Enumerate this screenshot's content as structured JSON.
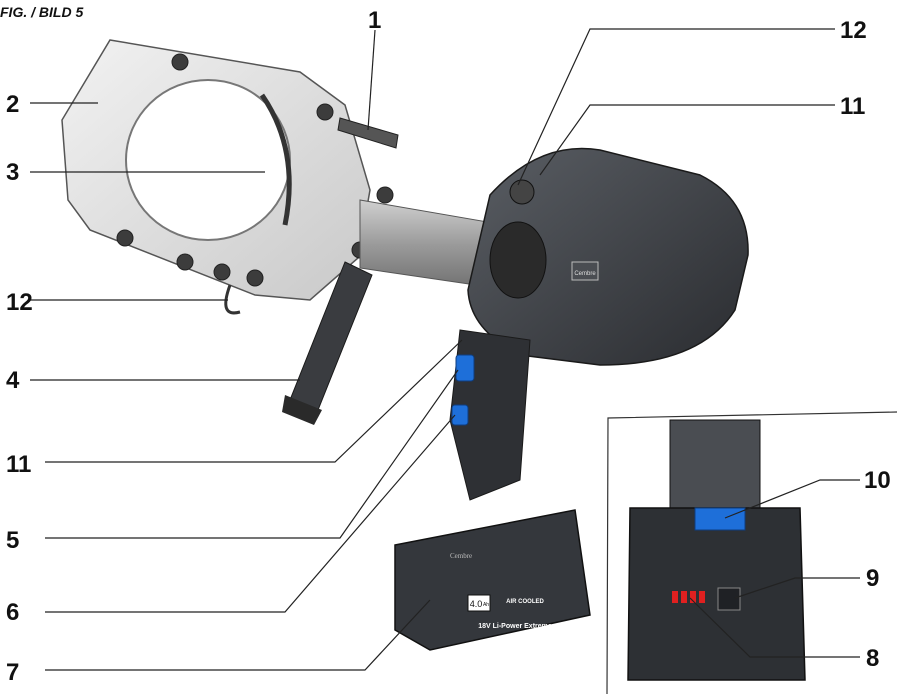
{
  "figure": {
    "title": "FIG. / BILD 5"
  },
  "callouts": [
    {
      "id": "c1",
      "label": "1"
    },
    {
      "id": "c2",
      "label": "2"
    },
    {
      "id": "c3",
      "label": "3"
    },
    {
      "id": "c12a",
      "label": "12"
    },
    {
      "id": "c4",
      "label": "4"
    },
    {
      "id": "c11a",
      "label": "11"
    },
    {
      "id": "c5",
      "label": "5"
    },
    {
      "id": "c6",
      "label": "6"
    },
    {
      "id": "c7",
      "label": "7"
    },
    {
      "id": "c12b",
      "label": "12"
    },
    {
      "id": "c11b",
      "label": "11"
    },
    {
      "id": "c10",
      "label": "10"
    },
    {
      "id": "c9",
      "label": "9"
    },
    {
      "id": "c8",
      "label": "8"
    }
  ],
  "battery": {
    "capacity_value": "4.0",
    "capacity_unit": "Ah",
    "cooling_label": "AIR COOLED",
    "model_label": "18V Li-Power Extreme",
    "brand": "Cembre"
  },
  "housing": {
    "brand": "Cembre"
  },
  "colors": {
    "accent_blue": "#1e6fd9",
    "body_dark": "#3a3d42",
    "head_light": "#e4e4e4",
    "led_red": "#e02020"
  },
  "inset": {
    "led_count": 4
  }
}
